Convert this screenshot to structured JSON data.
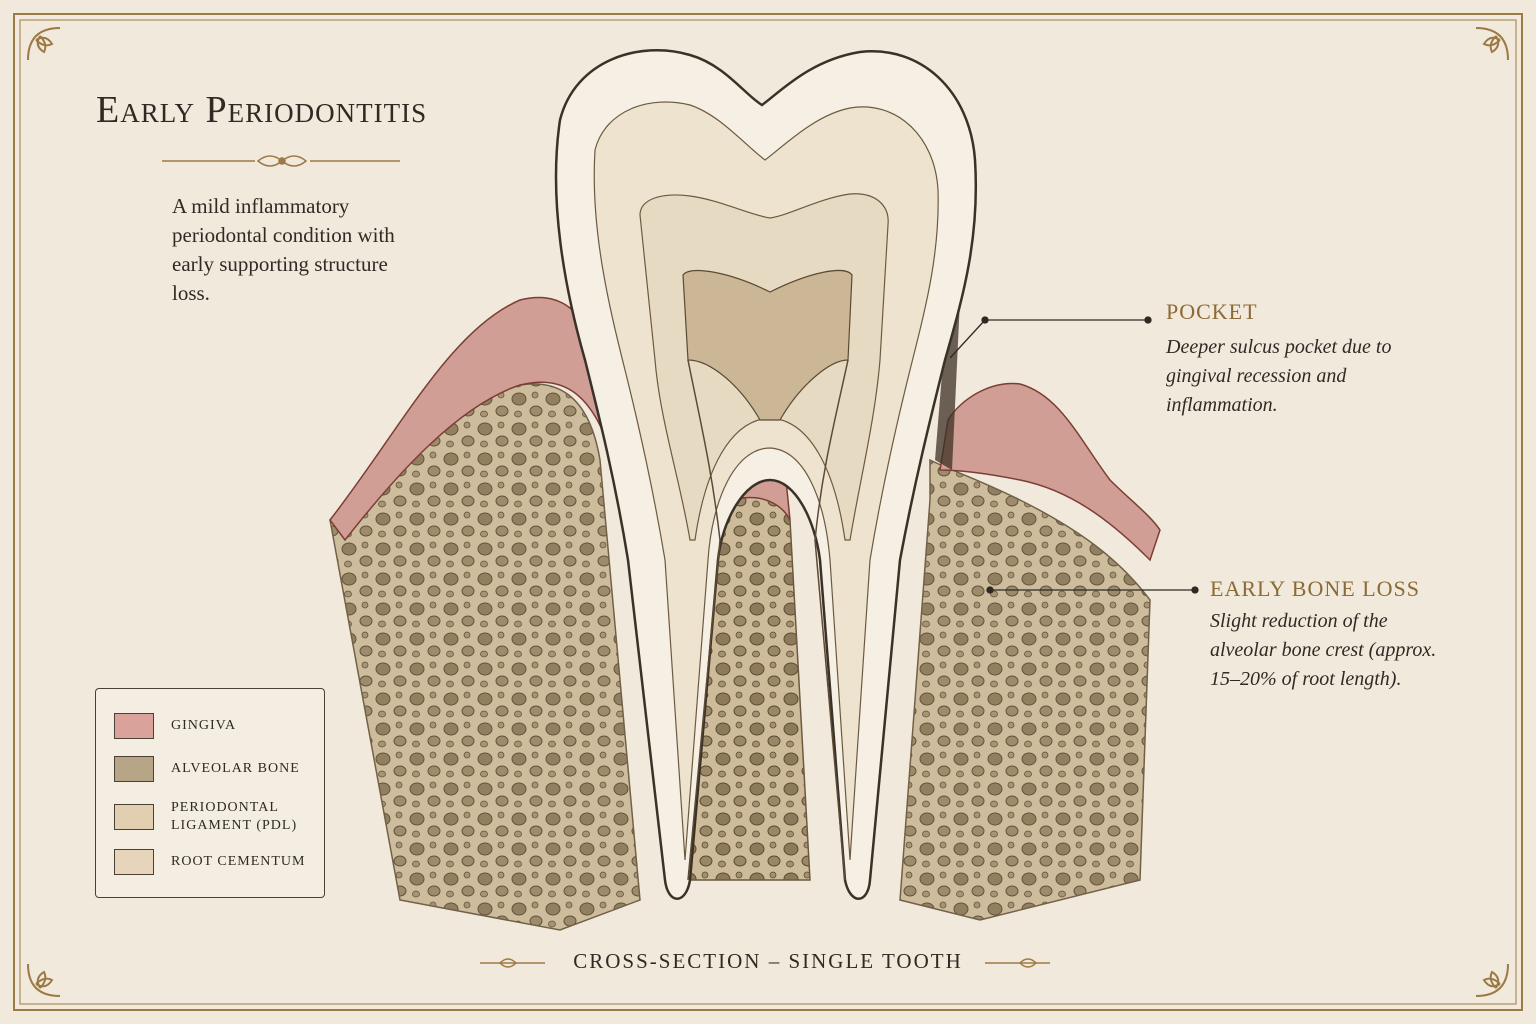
{
  "title": "Early Periodontitis",
  "intro": "A mild inflammatory periodontal condition with early supporting structure loss.",
  "callouts": {
    "pocket": {
      "title": "POCKET",
      "text": "Deeper sulcus pocket due to gingival recession and inflammation."
    },
    "bone_loss": {
      "title": "EARLY BONE LOSS",
      "text": "Slight reduction of the alveolar bone crest (approx. 15–20% of root length)."
    }
  },
  "legend": [
    {
      "label": "Gingiva",
      "color": "#d9a29a"
    },
    {
      "label": "Alveolar Bone",
      "color": "#b7a587"
    },
    {
      "label": "Periodontal\nLigament (PDL)",
      "color": "#e2cfb1"
    },
    {
      "label": "Root Cementum",
      "color": "#e6d5bb"
    }
  ],
  "caption": "CROSS-SECTION – SINGLE TOOTH",
  "colors": {
    "background": "#f1e9dc",
    "frame": "#9c7a45",
    "gingiva": "#c98d86",
    "bone": "#cdbb9a",
    "enamel": "#f6efe3",
    "accent_text": "#8c6a35"
  }
}
